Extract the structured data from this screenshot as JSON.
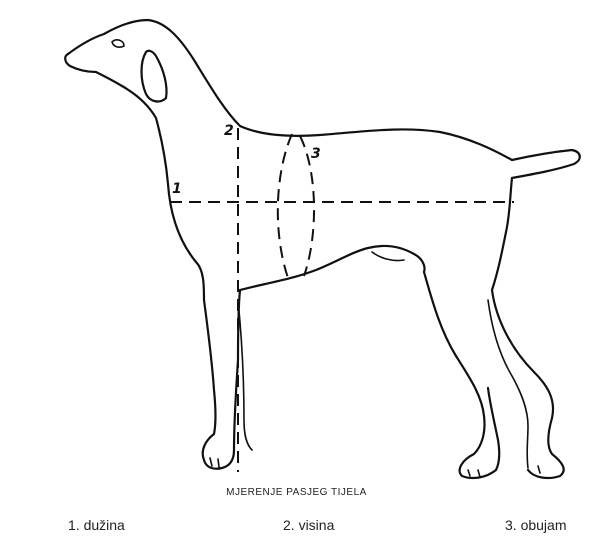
{
  "caption": "MJERENJE PASJEG TIJELA",
  "measurements": [
    {
      "marker": "1",
      "label": "1. dužina"
    },
    {
      "marker": "2",
      "label": "2. visina"
    },
    {
      "marker": "3",
      "label": "3. obujam"
    }
  ],
  "colors": {
    "ink": "#111111",
    "background": "#ffffff"
  }
}
